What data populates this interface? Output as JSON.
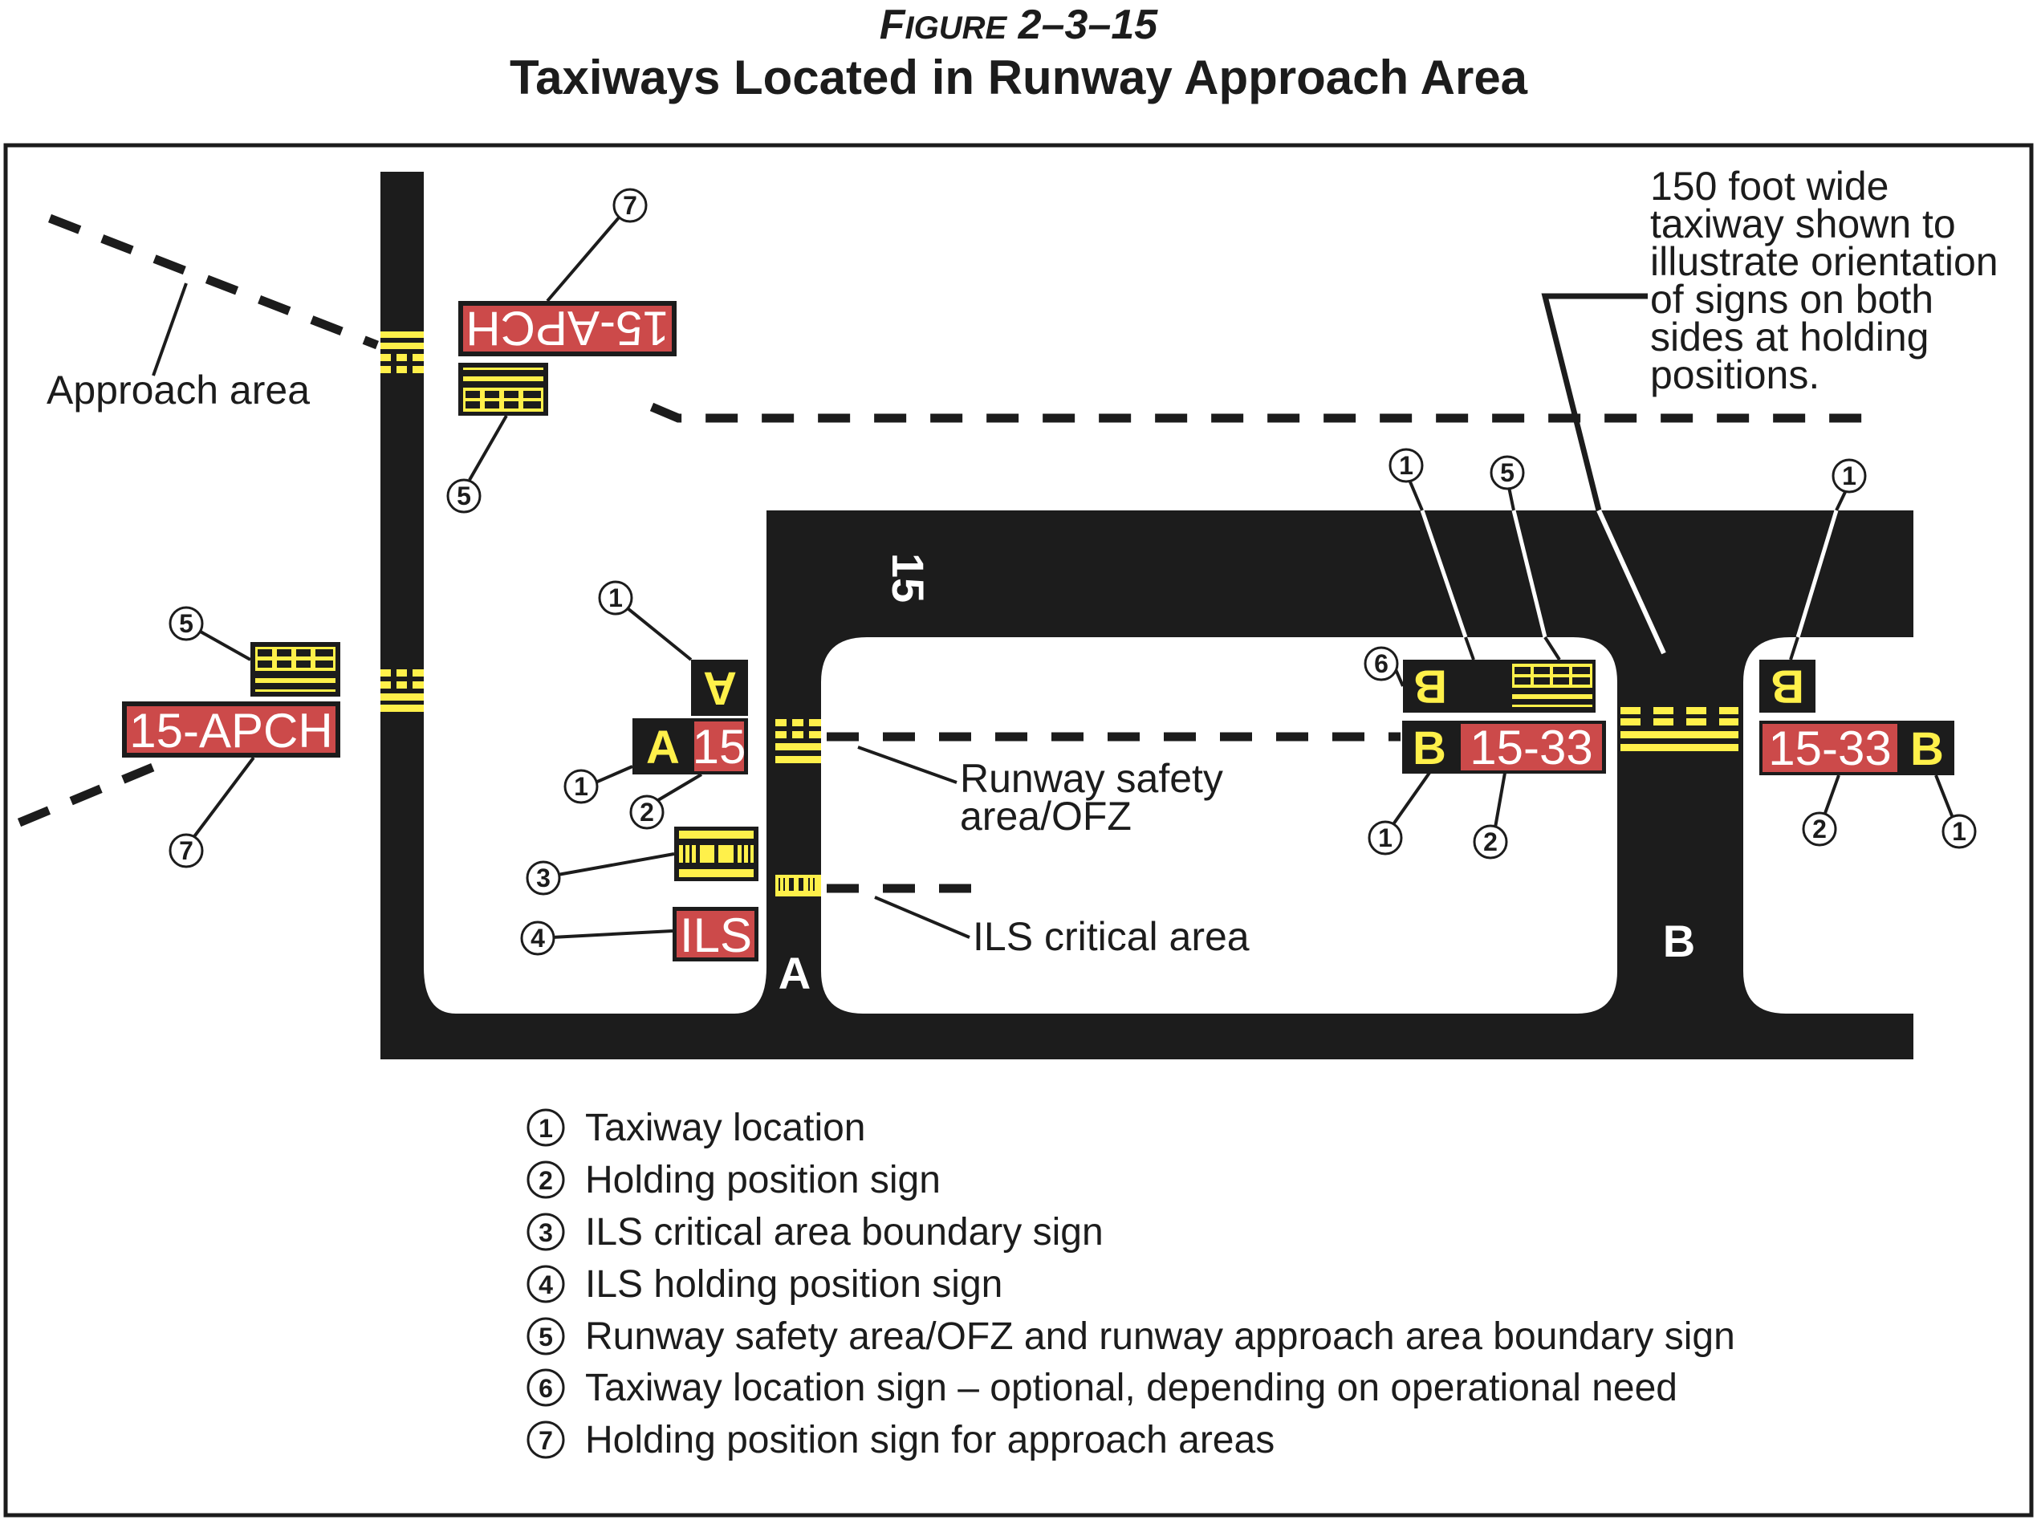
{
  "figure": {
    "label_prefix": "F",
    "label_smallcaps": "IGURE",
    "number": " 2–3–15",
    "title": "Taxiways Located in Runway Approach Area"
  },
  "colors": {
    "pavement": "#1c1c1c",
    "mandatory_sign_red": "#cc4a4a",
    "marking_yellow": "#fff04a",
    "sign_text_white": "#ffffff"
  },
  "pavement_labels": {
    "runway": "15",
    "taxiway_a": "A",
    "taxiway_b": "B"
  },
  "signs": {
    "approach_hold_top": "15-APCH",
    "approach_hold_left": "15-APCH",
    "taxiway_a_location_inverted": "A",
    "taxiway_a_location": "A",
    "taxiway_a_holding": "15",
    "ils_holding": "ILS",
    "taxiway_b_location_optional": "B",
    "taxiway_b_location_left": "B",
    "taxiway_b_holding_left": "15-33",
    "taxiway_b_location_right_inverted": "B",
    "taxiway_b_holding_right": "15-33",
    "taxiway_b_location_right": "B"
  },
  "annotations": {
    "approach_area": "Approach area",
    "runway_safety_line1": "Runway safety",
    "runway_safety_line2": "area/OFZ",
    "ils_critical_area": "ILS critical area",
    "wide_taxiway_note": [
      "150 foot wide",
      "taxiway shown to",
      "illustrate orientation",
      "of signs on both",
      "sides at holding",
      "positions."
    ]
  },
  "callouts": {
    "c1": "1",
    "c2": "2",
    "c3": "3",
    "c4": "4",
    "c5": "5",
    "c6": "6",
    "c7": "7"
  },
  "legend": [
    {
      "num": "1",
      "text": "Taxiway location"
    },
    {
      "num": "2",
      "text": "Holding position sign"
    },
    {
      "num": "3",
      "text": "ILS critical area boundary sign"
    },
    {
      "num": "4",
      "text": "ILS holding position sign"
    },
    {
      "num": "5",
      "text": "Runway safety area/OFZ and runway approach area boundary sign"
    },
    {
      "num": "6",
      "text": "Taxiway location sign – optional, depending on operational need"
    },
    {
      "num": "7",
      "text": "Holding position sign for approach areas"
    }
  ]
}
